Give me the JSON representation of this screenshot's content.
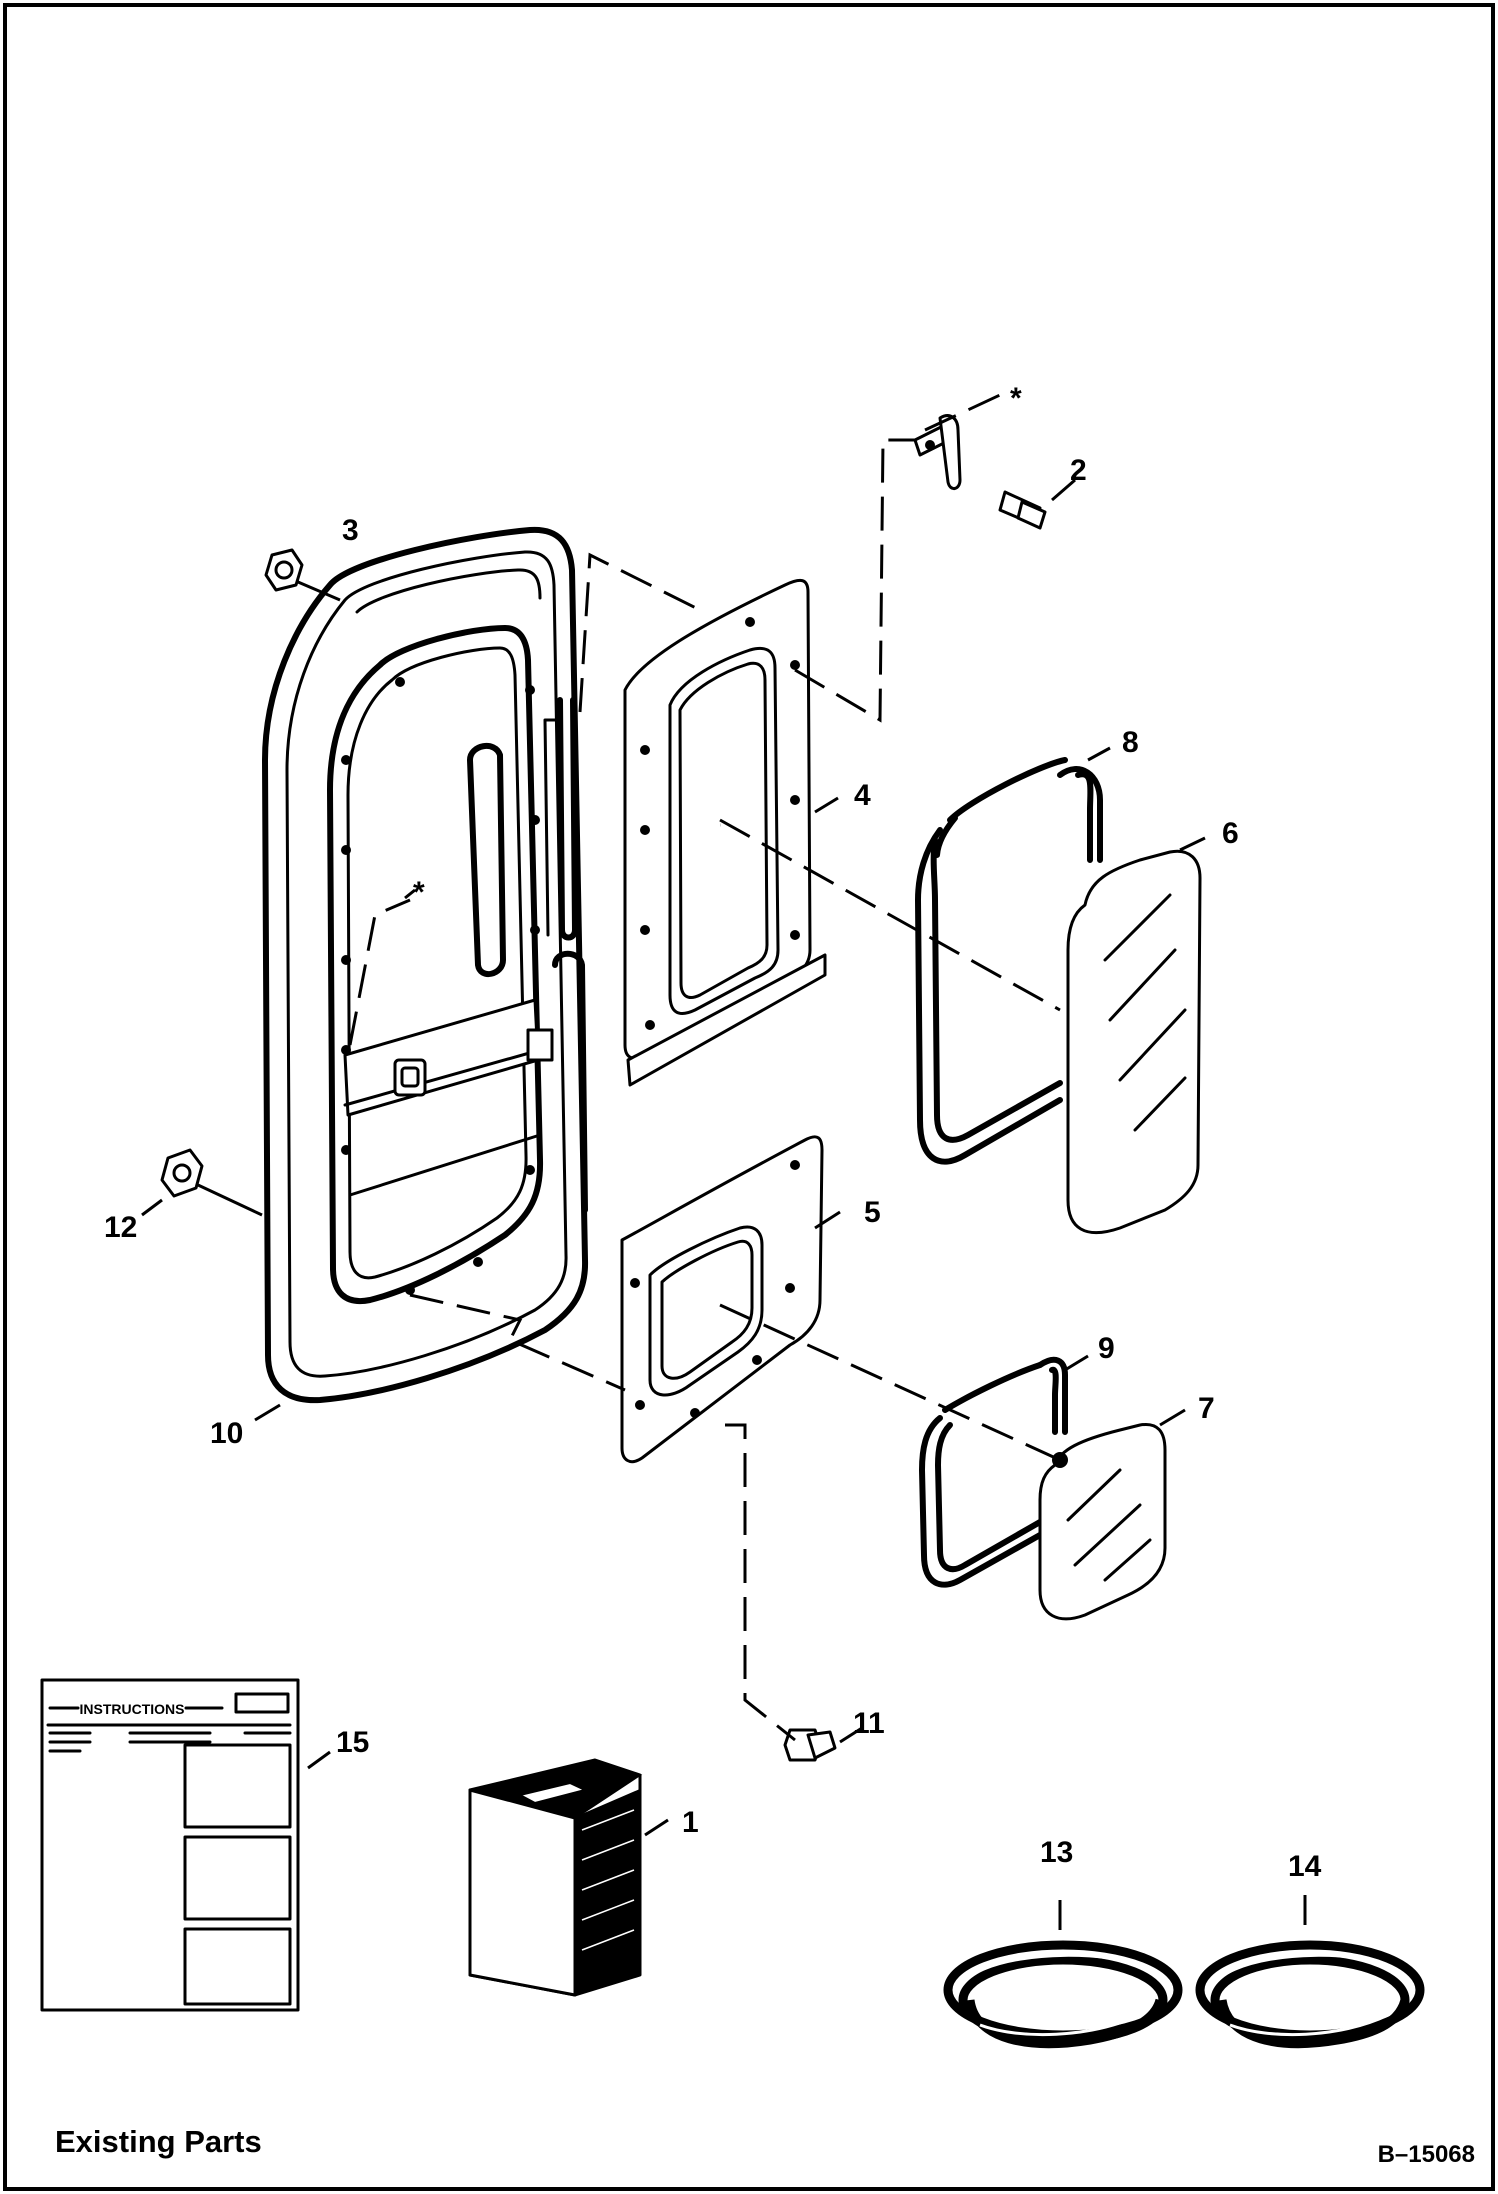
{
  "diagram": {
    "drawing_number": "B–15068",
    "footer_label": "Existing Parts",
    "callouts": {
      "p1": "1",
      "p2": "2",
      "p3": "3",
      "p4": "4",
      "p5": "5",
      "p6": "6",
      "p7": "7",
      "p8": "8",
      "p9": "9",
      "p10": "10",
      "p11": "11",
      "p12": "12",
      "p13": "13",
      "p14": "14",
      "p15": "15"
    },
    "marker_star": "*",
    "instruction_sheet_heading": "INSTRUCTIONS"
  }
}
